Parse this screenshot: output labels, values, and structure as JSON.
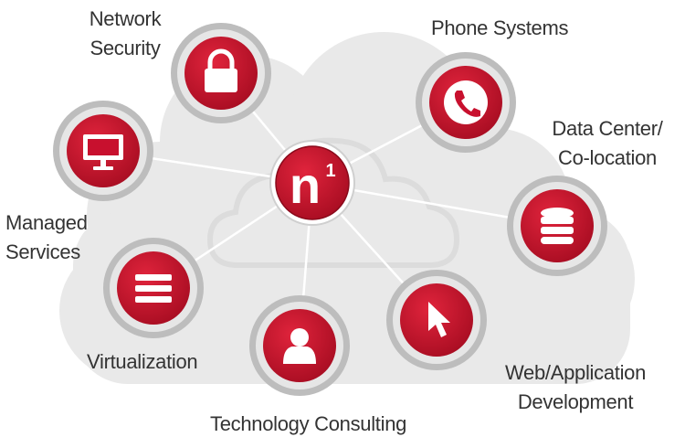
{
  "hub": {
    "logo_text": "n",
    "logo_superscript": "1"
  },
  "services": [
    {
      "id": "network-security",
      "line1": "Network",
      "line2": "Security",
      "icon": "lock-icon"
    },
    {
      "id": "phone-systems",
      "line1": "Phone Systems",
      "line2": "",
      "icon": "phone-icon"
    },
    {
      "id": "data-center",
      "line1": "Data Center/",
      "line2": "Co-location",
      "icon": "database-icon"
    },
    {
      "id": "managed-services",
      "line1": "Managed",
      "line2": "Services",
      "icon": "monitor-icon"
    },
    {
      "id": "virtualization",
      "line1": "Virtualization",
      "line2": "",
      "icon": "menu-icon"
    },
    {
      "id": "technology-consulting",
      "line1": "Technology Consulting",
      "line2": "",
      "icon": "user-icon"
    },
    {
      "id": "web-app-dev",
      "line1": "Web/Application",
      "line2": "Development",
      "icon": "cursor-icon"
    }
  ],
  "colors": {
    "accent": "#c8102e",
    "ring": "#bdbdbd",
    "ring_inner": "#e6e6e6",
    "cloud": "#e9e9e9",
    "text": "#333333"
  }
}
